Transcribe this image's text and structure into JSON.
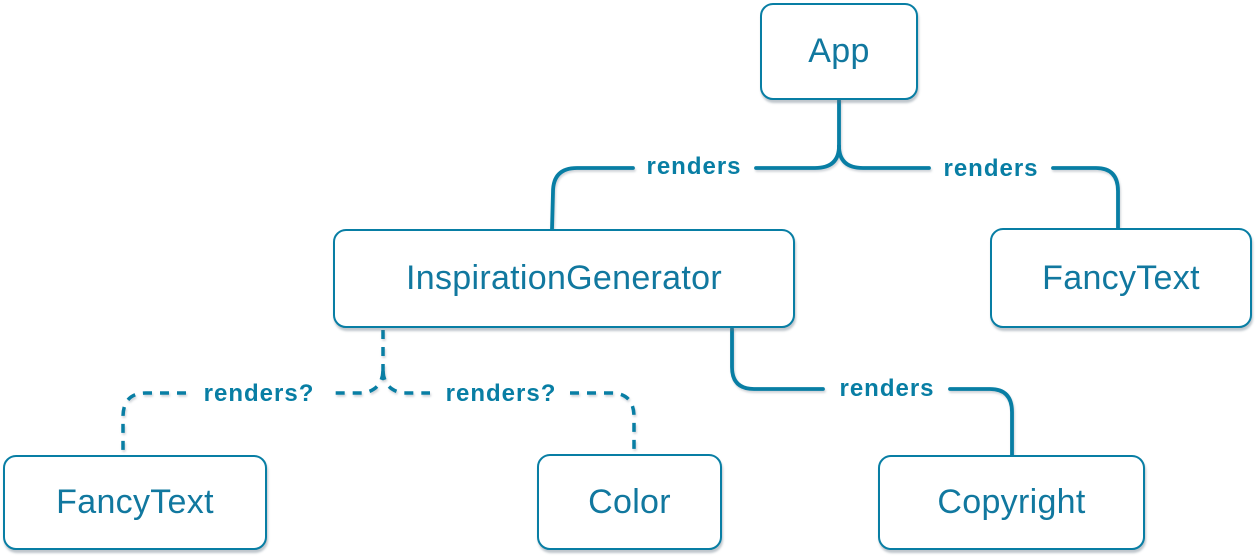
{
  "diagram": {
    "type": "tree",
    "nodes": [
      {
        "label": "App"
      },
      {
        "label": "InspirationGenerator"
      },
      {
        "label": "FancyText"
      },
      {
        "label": "FancyText"
      },
      {
        "label": "Color"
      },
      {
        "label": "Copyright"
      }
    ],
    "edges": [
      {
        "from": "App",
        "to": "InspirationGenerator",
        "label": "renders",
        "style": "solid"
      },
      {
        "from": "App",
        "to": "FancyText",
        "label": "renders",
        "style": "solid"
      },
      {
        "from": "InspirationGenerator",
        "to": "FancyText",
        "label": "renders?",
        "style": "dashed"
      },
      {
        "from": "InspirationGenerator",
        "to": "Color",
        "label": "renders?",
        "style": "dashed"
      },
      {
        "from": "InspirationGenerator",
        "to": "Copyright",
        "label": "renders",
        "style": "solid"
      }
    ],
    "colors": {
      "accent": "#087EA4",
      "node_fill": "#FFFFFF",
      "background": "#FFFFFF"
    }
  }
}
